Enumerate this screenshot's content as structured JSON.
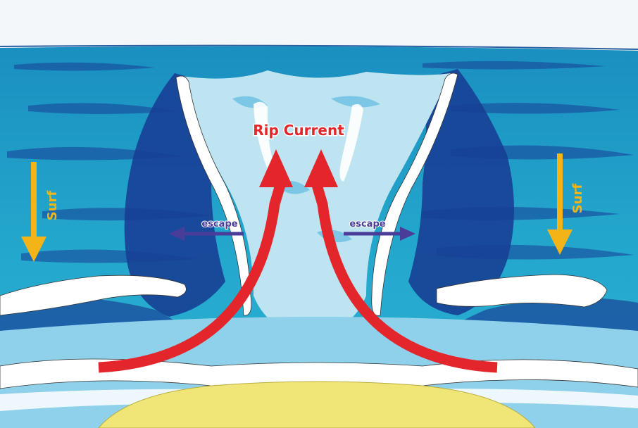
{
  "labels": {
    "rip_current": "Rip Current",
    "escape_left": "escape",
    "escape_right": "escape",
    "surf_left": "Surf",
    "surf_right": "Surf"
  },
  "colors": {
    "sky": "#f4f7f9",
    "ocean": "#1ea3c9",
    "deep_water": "#173f95",
    "light_water": "#bfe4f1",
    "foam": "#ffffff",
    "sand": "#f0e678",
    "rip_arrow": "#e3262b",
    "escape_arrow": "#4a3d9a",
    "surf_arrow": "#f4b417"
  },
  "icons": [
    "rip-current-arrow-icon",
    "escape-arrow-icon",
    "surf-arrow-icon"
  ]
}
